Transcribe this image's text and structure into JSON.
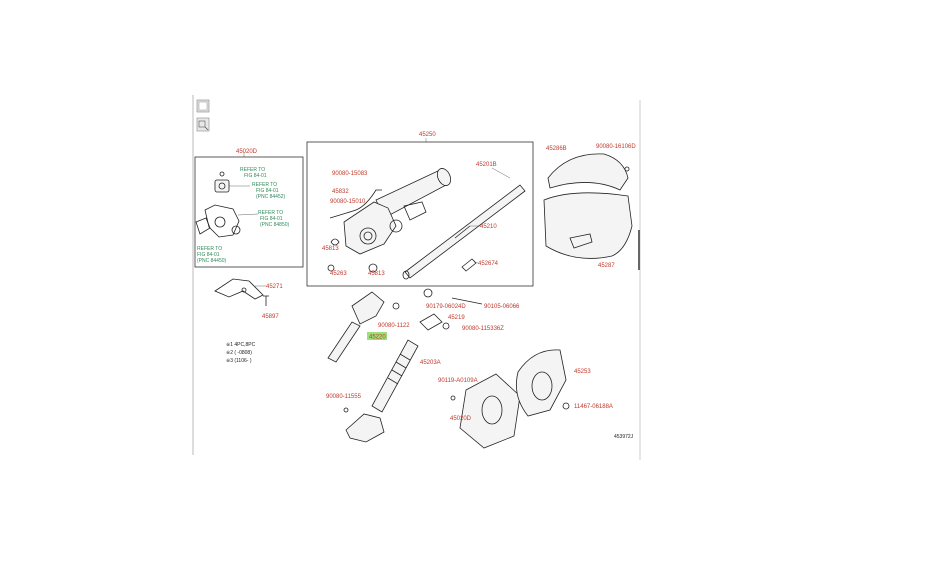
{
  "toolbar": {
    "icons": [
      "page-icon",
      "zoom-icon"
    ]
  },
  "diagram": {
    "figure_id": "453972J",
    "part_labels": {
      "p45250": "45250",
      "p45286b": "45286B",
      "p90080_16106": "90080-16106D",
      "p45201b": "45201B",
      "p90080_15083": "90080-15083",
      "p45832": "45832",
      "p90080_15010": "90080-15010",
      "p45813a": "45813",
      "p45263": "45263",
      "p45813b": "45813",
      "p45210": "45210",
      "p452674": "452674",
      "p45287": "45287",
      "p45020d": "45020D",
      "p45271": "45271",
      "p45897": "45897",
      "p90179": "90179-06024D",
      "p90105": "90105-06066",
      "p90080_1122": "90080-1122",
      "p45219": "45219",
      "p45220": "45220",
      "p90080_11536": "90080-115336Z",
      "p45203a": "45203A",
      "p90080_11555": "90080-11555",
      "p90119": "90119-A0109A",
      "p45253": "45253",
      "p45020e": "45020D",
      "p11467": "11467-06188A"
    },
    "refer_notes": {
      "r1": "REFER TO",
      "r1b": "FIG 84-01",
      "r2": "REFER TO",
      "r2b": "FIG 84-01",
      "r2c": "(PNC 84452)",
      "r3": "REFER TO",
      "r3b": "FIG 84-01",
      "r3c": "(PNC 84850)",
      "r4": "REFER TO",
      "r4b": "FIG 84-01",
      "r4c": "(PNC 84450)"
    },
    "legend": {
      "l1": "※1 4PC,8PC",
      "l2": "※2 (      -0808)",
      "l3": "※3 (1106-      )"
    },
    "highlighted_part": "45220"
  }
}
